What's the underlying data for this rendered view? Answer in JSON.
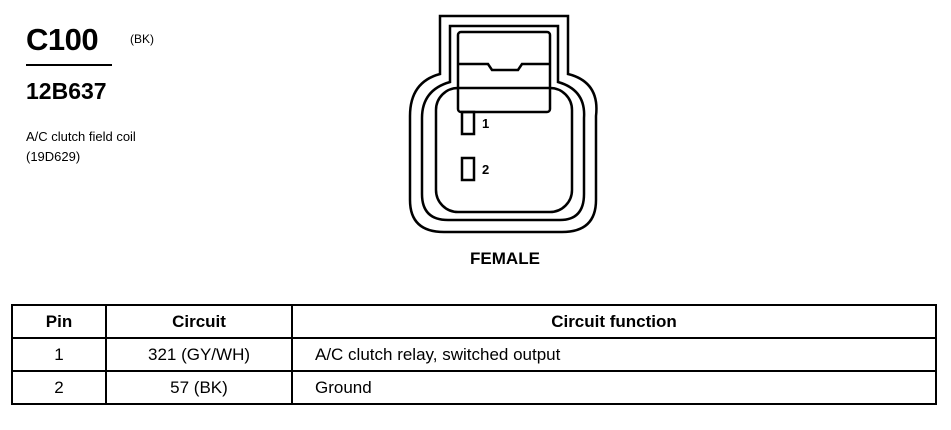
{
  "connector": {
    "id": "C100",
    "color_code": "(BK)",
    "part_number": "12B637",
    "description_line1": "A/C clutch field coil",
    "description_line2": "(19D629)",
    "view": "FEMALE",
    "pin_labels": [
      "1",
      "2"
    ]
  },
  "table": {
    "headers": {
      "pin": "Pin",
      "circuit": "Circuit",
      "function": "Circuit function"
    },
    "rows": [
      {
        "pin": "1",
        "circuit": "321 (GY/WH)",
        "function": "A/C clutch relay, switched output"
      },
      {
        "pin": "2",
        "circuit": "57 (BK)",
        "function": "Ground"
      }
    ]
  }
}
